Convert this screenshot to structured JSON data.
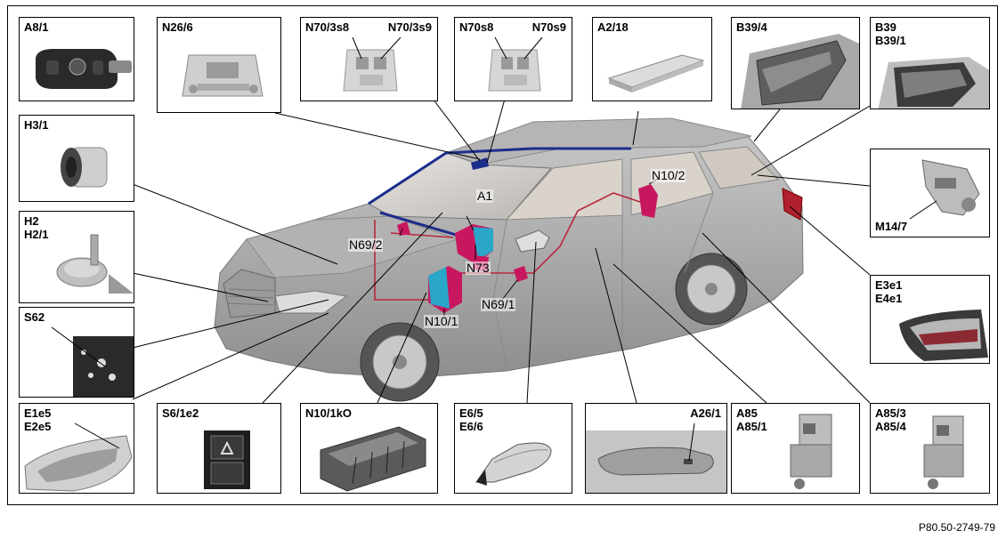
{
  "diagram": {
    "components": {
      "a8_1": "A8/1",
      "n26_6": "N26/6",
      "n70_3s8": "N70/3s8",
      "n70_3s9": "N70/3s9",
      "n70s8": "N70s8",
      "n70s9": "N70s9",
      "a2_18": "A2/18",
      "b39_4": "B39/4",
      "b39": "B39",
      "b39_1": "B39/1",
      "h3_1": "H3/1",
      "m14_7": "M14/7",
      "h2": "H2",
      "h2_1": "H2/1",
      "e3e1": "E3e1",
      "e4e1": "E4e1",
      "s62": "S62",
      "e1e5": "E1e5",
      "e2e5": "E2e5",
      "s6_1e2": "S6/1e2",
      "n10_1ko": "N10/1kO",
      "e6_5": "E6/5",
      "e6_6": "E6/6",
      "a26_1": "A26/1",
      "a85": "A85",
      "a85_1": "A85/1",
      "a85_3": "A85/3",
      "a85_4": "A85/4"
    },
    "car_callouts": {
      "n10_2": "N10/2",
      "a1": "A1",
      "n69_2": "N69/2",
      "n73": "N73",
      "n69_1": "N69/1",
      "n10_1": "N10/1"
    },
    "colors": {
      "module_magenta": "#c8175f",
      "module_cyan": "#2aa6c8",
      "wiring_red": "#b8283c",
      "car_gray": "#a9a9a9"
    }
  },
  "figure_ref": "P80.50-2749-79"
}
